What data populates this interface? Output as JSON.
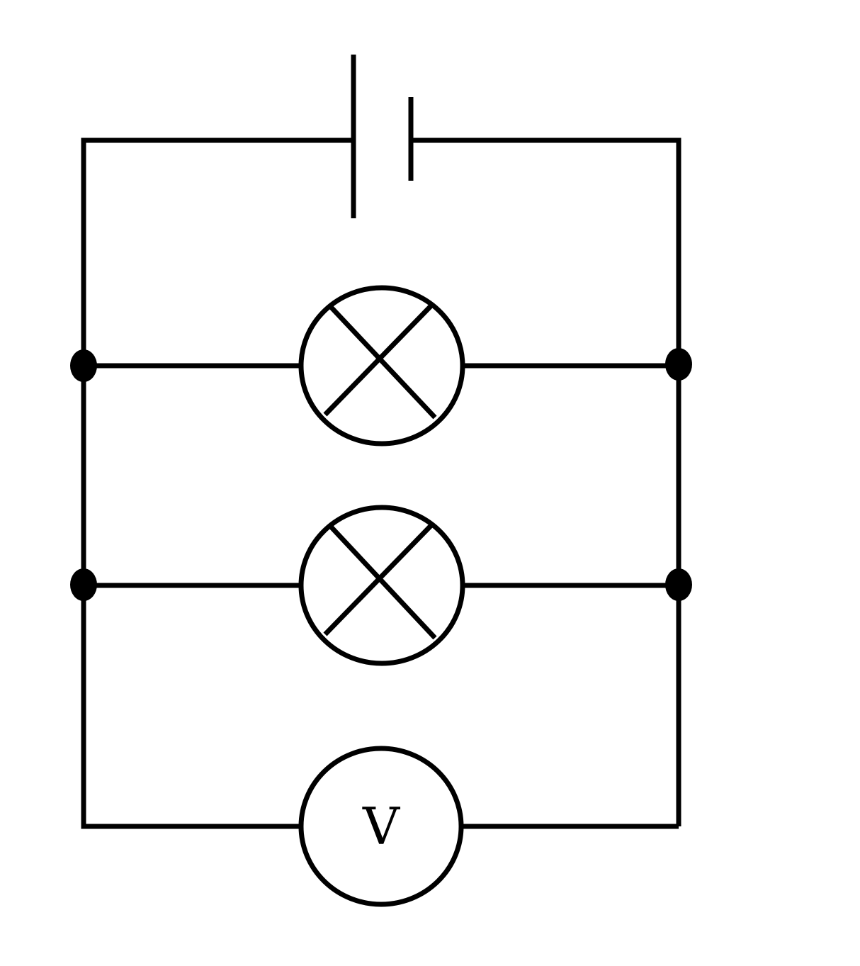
{
  "diagram": {
    "components": [
      {
        "id": "battery",
        "type": "cell"
      },
      {
        "id": "lamp-1",
        "type": "lamp"
      },
      {
        "id": "lamp-2",
        "type": "lamp"
      },
      {
        "id": "voltmeter",
        "type": "meter",
        "label": "V"
      }
    ],
    "junctions": 4,
    "colors": {
      "line": "#000000",
      "background": "#ffffff"
    }
  }
}
